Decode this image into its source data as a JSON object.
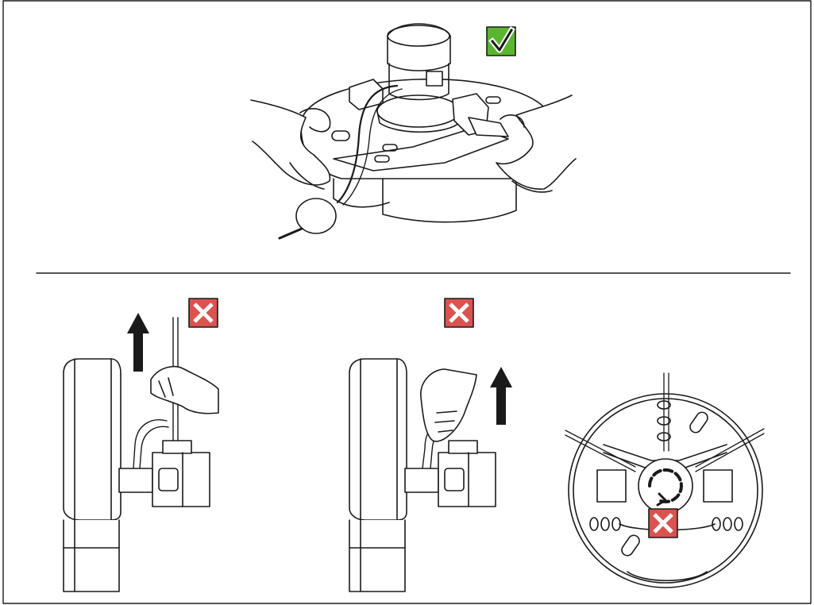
{
  "figure": {
    "panels": [
      {
        "id": "correct-carry",
        "verdict": "correct",
        "verdict_icon": "checkmark-icon",
        "verdict_color": "#5cb531"
      },
      {
        "id": "pull-by-cable",
        "verdict": "incorrect",
        "verdict_icon": "cross-icon",
        "verdict_color": "#d9534f"
      },
      {
        "id": "lift-by-housing",
        "verdict": "incorrect",
        "verdict_icon": "cross-icon",
        "verdict_color": "#d9534f"
      },
      {
        "id": "rotate-housing",
        "verdict": "incorrect",
        "verdict_icon": "cross-icon",
        "verdict_color": "#d9534f"
      }
    ],
    "line_color": "#1a1a1a"
  }
}
